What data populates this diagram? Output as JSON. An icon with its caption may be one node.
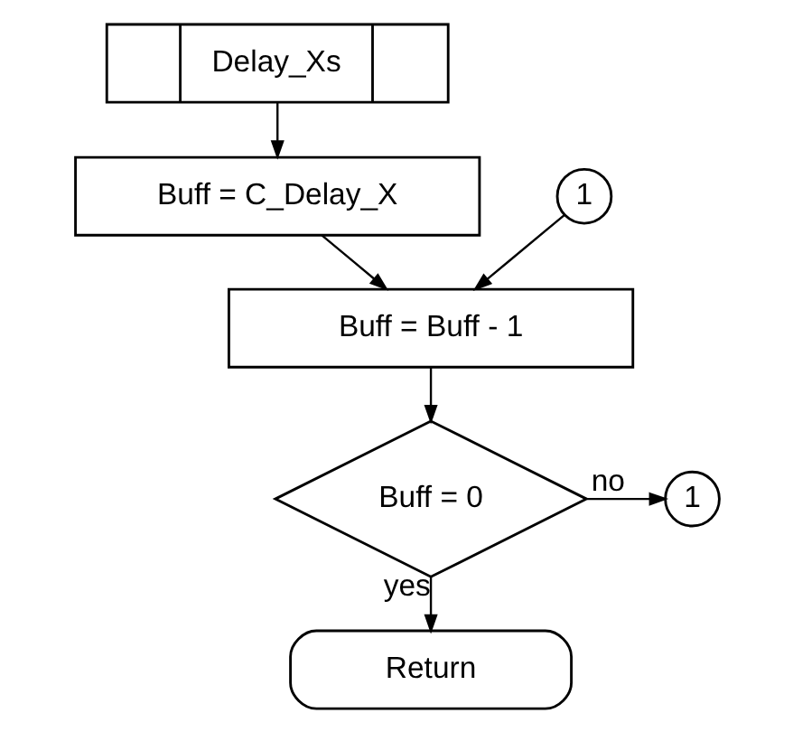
{
  "diagram": {
    "nodes": [
      {
        "text": [
          "Delay_Xs"
        ]
      },
      {
        "text": [
          "Buff = C_Delay_X"
        ]
      },
      {
        "text": [
          "1"
        ]
      },
      {
        "text": [
          "Buff = Buff - 1"
        ]
      },
      {
        "text": [
          "Buff = 0"
        ]
      },
      {
        "text": [
          "1"
        ]
      },
      {
        "text": [
          "Return"
        ]
      }
    ],
    "edges": [
      {
        "from": 0,
        "to": 1,
        "arrow": "to"
      },
      {
        "from": 1,
        "to": 3,
        "arrow": "to"
      },
      {
        "from": 2,
        "to": 3,
        "arrow": "to"
      },
      {
        "from": 3,
        "to": 4,
        "arrow": "to"
      },
      {
        "from": 4,
        "to": 5,
        "arrow": "to",
        "label": "no"
      },
      {
        "from": 4,
        "to": 6,
        "arrow": "to",
        "label": "yes"
      }
    ]
  }
}
